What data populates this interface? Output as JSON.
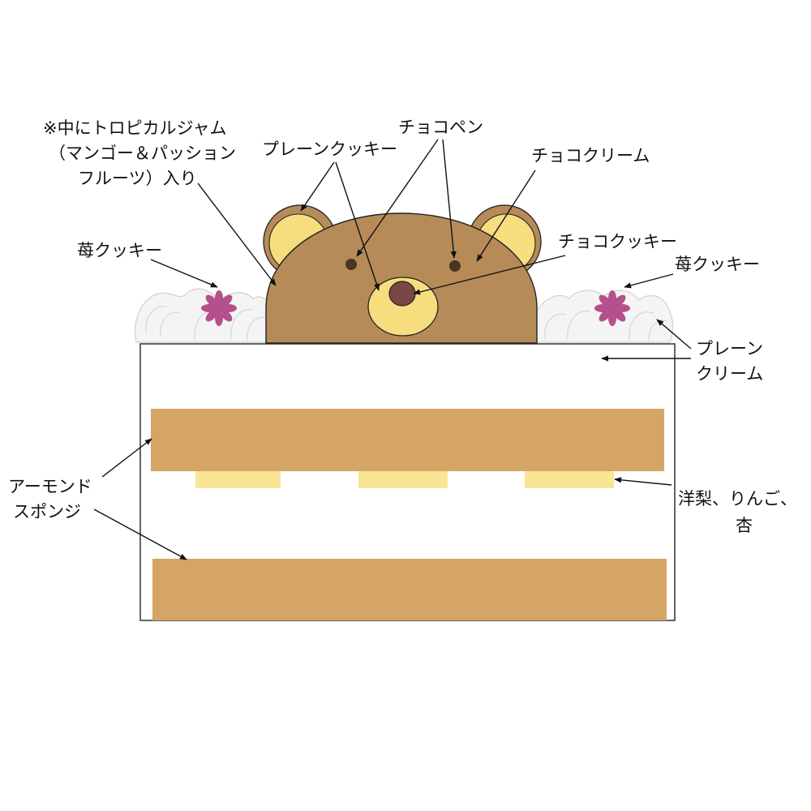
{
  "labels": {
    "tropical_note_line1": "※中にトロピカルジャム",
    "tropical_note_line2": "（マンゴー＆パッション",
    "tropical_note_line3": "フルーツ）入り",
    "plain_cookie": "プレーンクッキー",
    "choco_pen": "チョコペン",
    "choco_cream": "チョコクリーム",
    "choco_cookie": "チョコクッキー",
    "strawberry_cookie_left": "苺クッキー",
    "strawberry_cookie_right": "苺クッキー",
    "plain_cream_line1": "プレーン",
    "plain_cream_line2": "クリーム",
    "almond_sponge_line1": "アーモンド",
    "almond_sponge_line2": "スポンジ",
    "fruit_line1": "洋梨、りんご、",
    "fruit_line2": "杏"
  },
  "colors": {
    "bear_face": "#B68B58",
    "bear_ear_inner": "#F6DE7E",
    "bear_muzzle": "#F6DE7E",
    "bear_nose": "#7A4646",
    "bear_eyes": "#4A3524",
    "sponge": "#D4A565",
    "fruit": "#F9E596",
    "flower": "#B5508C",
    "cream": "#F4F4F4",
    "outline": "#222222"
  }
}
